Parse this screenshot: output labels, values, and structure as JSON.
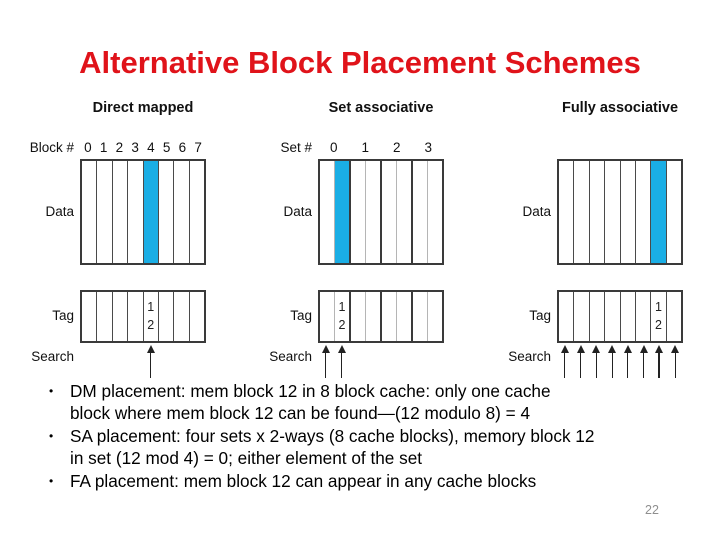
{
  "slide": {
    "title": "Alternative Block Placement Schemes",
    "page_number": "22",
    "bullet_char": "•",
    "colors": {
      "title_red": "#e0131a",
      "highlight_cyan": "#1aaee5"
    }
  },
  "diagrams": [
    {
      "id": "direct-mapped",
      "header": "Direct mapped",
      "index_label": "Block #",
      "index_numbers": [
        "0",
        "1",
        "2",
        "3",
        "4",
        "5",
        "6",
        "7"
      ],
      "data_label": "Data",
      "tag_label": "Tag",
      "search_label": "Search",
      "columns": 8,
      "set_grouping": 1,
      "highlighted_column": 4,
      "tag_value": "12",
      "tag_value_column": 4,
      "search_arrow_columns": [
        4
      ]
    },
    {
      "id": "set-associative",
      "header": "Set associative",
      "index_label": "Set #",
      "index_numbers": [
        "0",
        "1",
        "2",
        "3"
      ],
      "data_label": "Data",
      "tag_label": "Tag",
      "search_label": "Search",
      "columns": 8,
      "set_grouping": 2,
      "highlighted_column": 1,
      "tag_value": "12",
      "tag_value_column": 1,
      "search_arrow_columns": [
        0,
        1
      ]
    },
    {
      "id": "fully-associative",
      "header": "Fully associative",
      "index_label": "",
      "index_numbers": [],
      "data_label": "Data",
      "tag_label": "Tag",
      "search_label": "Search",
      "columns": 8,
      "set_grouping": 1,
      "highlighted_column": 6,
      "tag_value": "12",
      "tag_value_column": 6,
      "search_arrow_columns": [
        0,
        1,
        2,
        3,
        4,
        5,
        6,
        7
      ],
      "bold_arrow_column": 6
    }
  ],
  "bullets": [
    {
      "lines": [
        "DM placement: mem block 12 in 8 block cache: only one cache",
        "block where mem block 12 can be found—(12 modulo 8) = 4"
      ]
    },
    {
      "lines": [
        "SA placement: four sets x 2-ways (8 cache blocks), memory block 12",
        "in set (12 mod 4) = 0; either element of the set"
      ]
    },
    {
      "lines": [
        "FA placement: mem block 12 can appear in any cache blocks"
      ]
    }
  ]
}
